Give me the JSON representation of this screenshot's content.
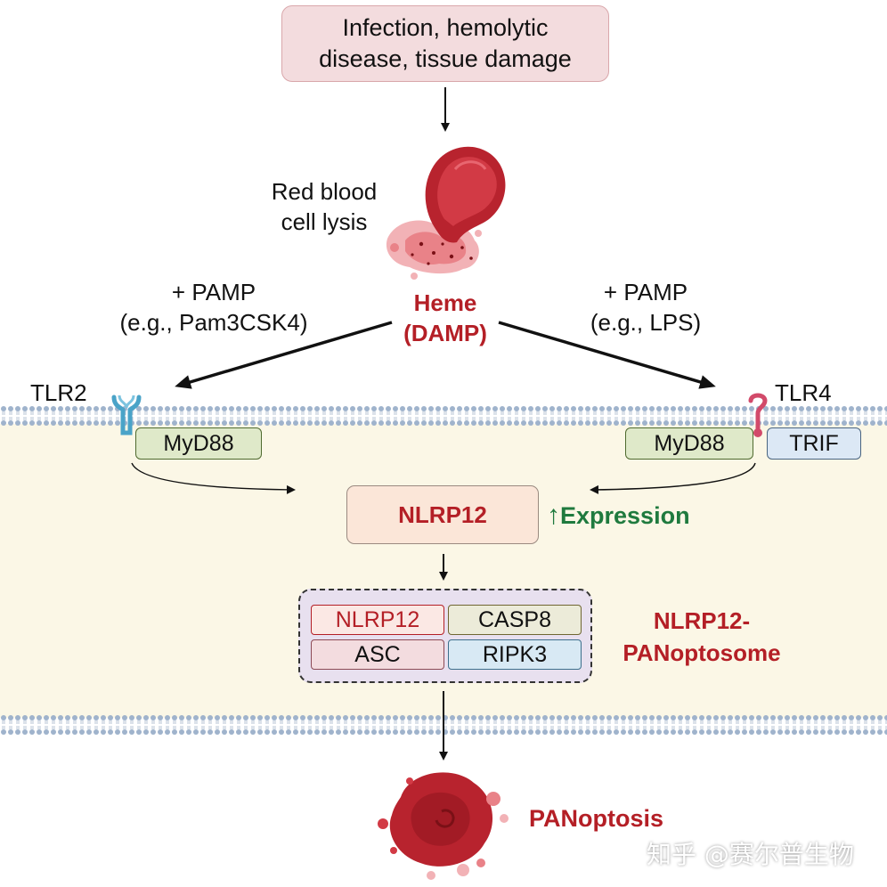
{
  "trigger": {
    "line1": "Infection, hemolytic",
    "line2": "disease, tissue damage"
  },
  "rbc_lysis": {
    "line1": "Red blood",
    "line2": "cell lysis"
  },
  "heme": {
    "line1": "Heme",
    "line2": "(DAMP)"
  },
  "pamp_left": {
    "line1": "+ PAMP",
    "line2": "(e.g., Pam3CSK4)"
  },
  "pamp_right": {
    "line1": "+ PAMP",
    "line2": "(e.g., LPS)"
  },
  "receptors": {
    "left": "TLR2",
    "right": "TLR4"
  },
  "adaptors": {
    "left_myd88": "MyD88",
    "right_myd88": "MyD88",
    "trif": "TRIF"
  },
  "nlrp12": {
    "label": "NLRP12",
    "expression_arrow": "↑",
    "expression": "Expression"
  },
  "complex": {
    "nlrp12": "NLRP12",
    "casp8": "CASP8",
    "asc": "ASC",
    "ripk3": "RIPK3",
    "name_line1": "NLRP12-",
    "name_line2": "PANoptosome"
  },
  "outcome": "PANoptosis",
  "watermark": "知乎 @赛尔普生物",
  "colors": {
    "accent_red": "#b41f26",
    "accent_green": "#1f7a3e",
    "membrane_blue": "#9fb3cc",
    "cytoplasm": "#fbf7e6"
  }
}
